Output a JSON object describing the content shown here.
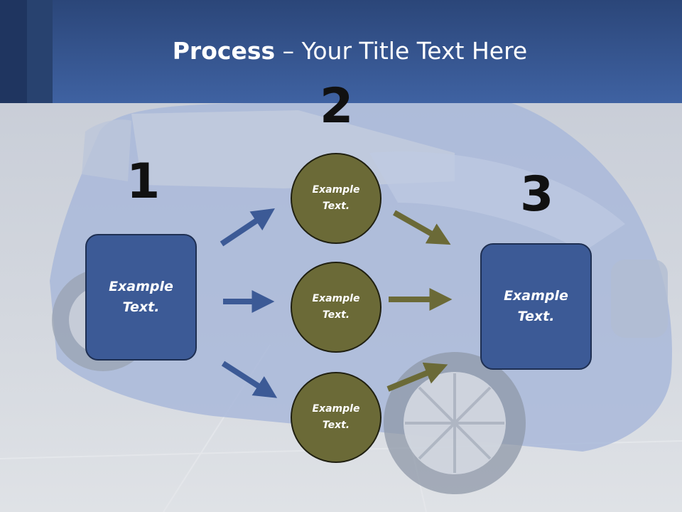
{
  "slide": {
    "title_bold": "Process",
    "title_rest": " – Your Title Text Here"
  },
  "steps": {
    "one": {
      "number": "1",
      "box_text": "Example\nText."
    },
    "two": {
      "number": "2",
      "circles": [
        "Example\nText.",
        "Example\nText.",
        "Example\nText."
      ]
    },
    "three": {
      "number": "3",
      "box_text": "Example\nText."
    }
  },
  "colors": {
    "header": "#3f62a2",
    "box_fill": "#3c5a96",
    "circle_fill": "#6b6a37",
    "arrow_blue": "#3c5a96",
    "arrow_olive": "#6b6a37"
  }
}
